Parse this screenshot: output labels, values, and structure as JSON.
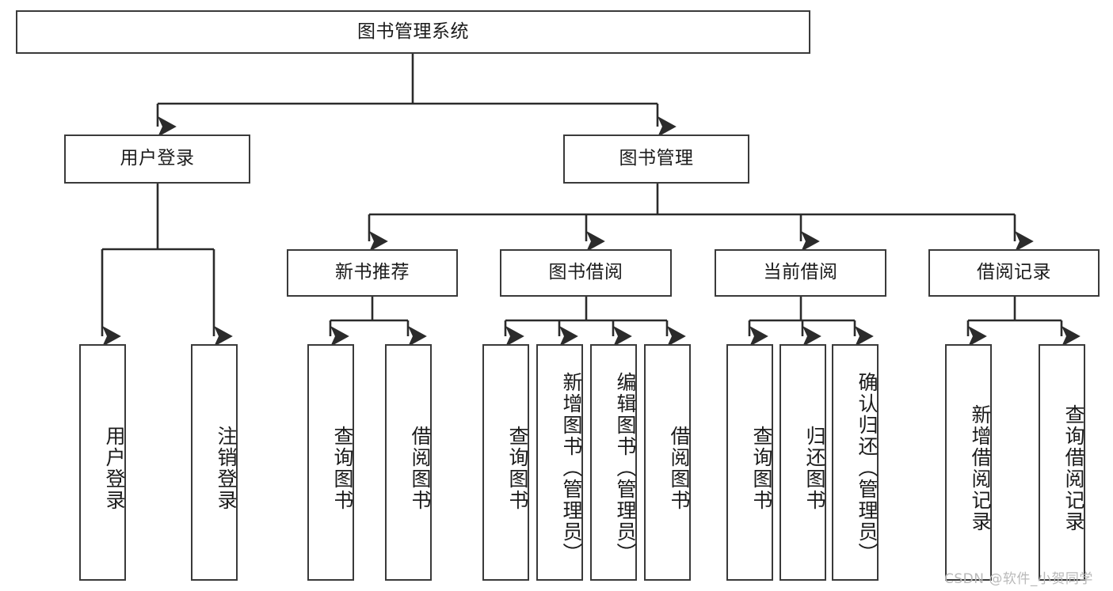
{
  "diagram": {
    "type": "tree",
    "title": "图书管理系统",
    "watermark": "CSDN @软件_小贺同学",
    "colors": {
      "box_border": "#3a3a3a",
      "box_fill": "#ffffff",
      "connector": "#2b2b2b",
      "text": "#1b1b1b",
      "watermark": "#b9b9b9",
      "background": "#ffffff"
    },
    "nodes": {
      "root": {
        "label": "图书管理系统"
      },
      "level2": [
        {
          "id": "user-login",
          "label": "用户登录"
        },
        {
          "id": "book-manage",
          "label": "图书管理"
        }
      ],
      "level3": [
        {
          "id": "new-book-recommend",
          "label": "新书推荐"
        },
        {
          "id": "book-borrow",
          "label": "图书借阅"
        },
        {
          "id": "current-borrow",
          "label": "当前借阅"
        },
        {
          "id": "borrow-record",
          "label": "借阅记录"
        }
      ],
      "leaves": {
        "user-login": [
          {
            "id": "leaf-user-login",
            "label": "用户登录"
          },
          {
            "id": "leaf-logout-login",
            "label": "注销登录"
          }
        ],
        "new-book-recommend": [
          {
            "id": "leaf-query-book-1",
            "label": "查询图书"
          },
          {
            "id": "leaf-borrow-book-1",
            "label": "借阅图书"
          }
        ],
        "book-borrow": [
          {
            "id": "leaf-query-book-2",
            "label": "查询图书"
          },
          {
            "id": "leaf-add-book-admin",
            "label": "新增图书（管理员）"
          },
          {
            "id": "leaf-edit-book-admin",
            "label": "编辑图书（管理员）"
          },
          {
            "id": "leaf-borrow-book-2",
            "label": "借阅图书"
          }
        ],
        "current-borrow": [
          {
            "id": "leaf-query-book-3",
            "label": "查询图书"
          },
          {
            "id": "leaf-return-book",
            "label": "归还图书"
          },
          {
            "id": "leaf-confirm-return-admin",
            "label": "确认归还（管理员）"
          }
        ],
        "borrow-record": [
          {
            "id": "leaf-add-borrow-record",
            "label": "新增借阅记录"
          },
          {
            "id": "leaf-query-borrow-record",
            "label": "查询借阅记录"
          }
        ]
      }
    }
  }
}
